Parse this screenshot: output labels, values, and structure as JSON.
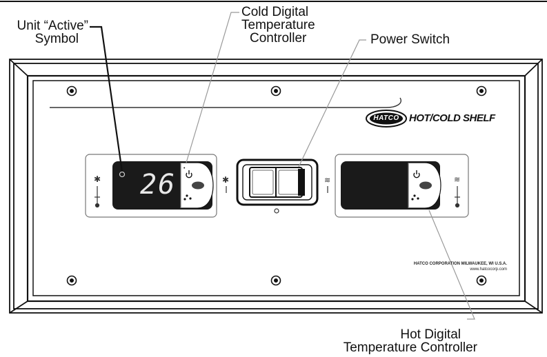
{
  "callouts": {
    "unit_active": [
      "Unit “Active”",
      "Symbol"
    ],
    "cold_controller": [
      "Cold Digital",
      "Temperature",
      "Controller"
    ],
    "power_switch": "Power Switch",
    "hot_controller": [
      "Hot Digital",
      "Temperature Controller"
    ]
  },
  "panel": {
    "brand_logo": "HATCO",
    "brand_product": "HOT/COLD SHELF",
    "manufacturer_line1": "HATCO CORPORATION  MILWAUKEE, WI U.S.A.",
    "manufacturer_line2": "www.hatcocorp.com"
  },
  "cold_controller": {
    "display_value": "26"
  },
  "icons": {
    "cold": "snowflake-icon",
    "hot": "heat-waves-icon",
    "power": "power-icon",
    "thermometer": "thermometer-icon"
  },
  "colors": {
    "line": "#111111",
    "display": "#1a1a1a",
    "panel": "#ffffff"
  }
}
